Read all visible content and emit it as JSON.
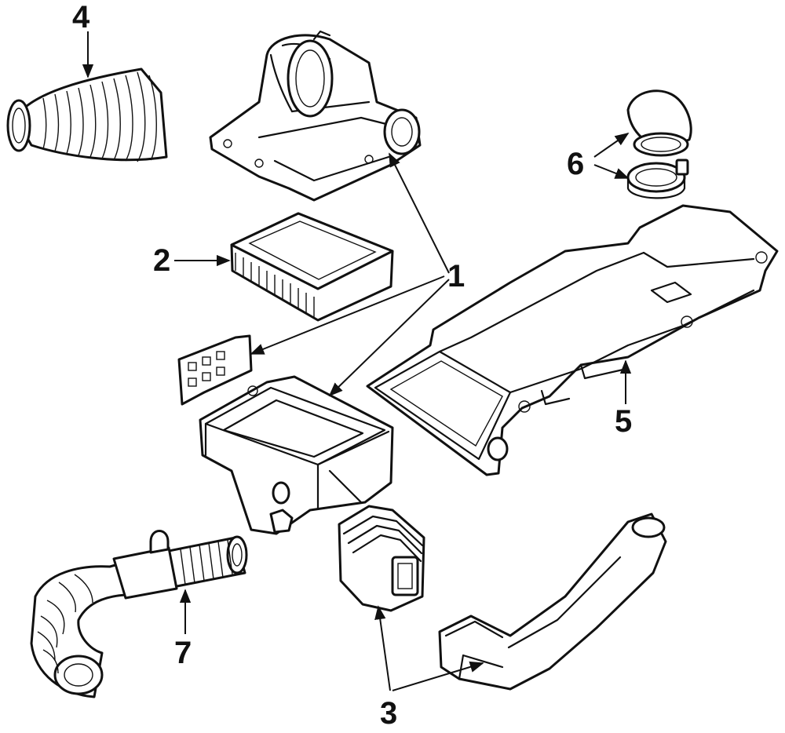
{
  "callouts": {
    "c1": "1",
    "c2": "2",
    "c3": "3",
    "c4": "4",
    "c5": "5",
    "c6": "6",
    "c7": "7"
  },
  "colors": {
    "ink": "#111111",
    "paper": "#ffffff"
  }
}
